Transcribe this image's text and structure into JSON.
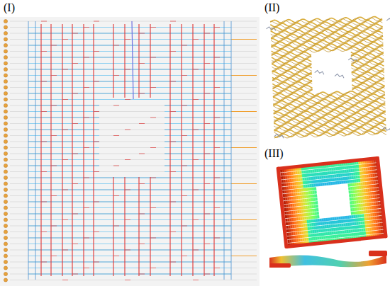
{
  "diagram": {
    "labels": [
      "(I)",
      "(II)",
      "(III)"
    ]
  }
}
